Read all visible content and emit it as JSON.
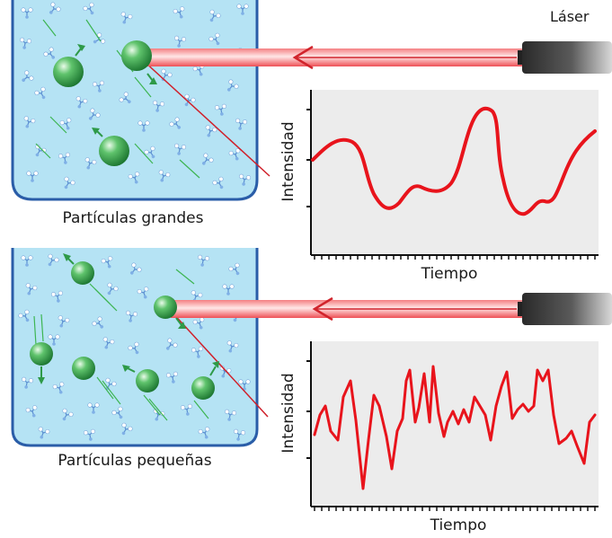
{
  "laser_label": "Láser",
  "top_panel": {
    "particles_label": "Partículas grandes",
    "y_axis_label": "Intensidad",
    "x_axis_label": "Tiempo"
  },
  "bottom_panel": {
    "particles_label": "Partículas pequeñas",
    "y_axis_label": "Intensidad",
    "x_axis_label": "Tiempo"
  },
  "colors": {
    "liquid": "#b5e3f4",
    "container_border": "#2a5da8",
    "particle": "#2e9a48",
    "trace": "#e8141c",
    "beam": "#f26b6e",
    "plot_bg": "#ececec"
  },
  "icons": [
    "laser-device-icon",
    "light-beam-arrow-icon",
    "particle-icon",
    "molecule-icon"
  ]
}
